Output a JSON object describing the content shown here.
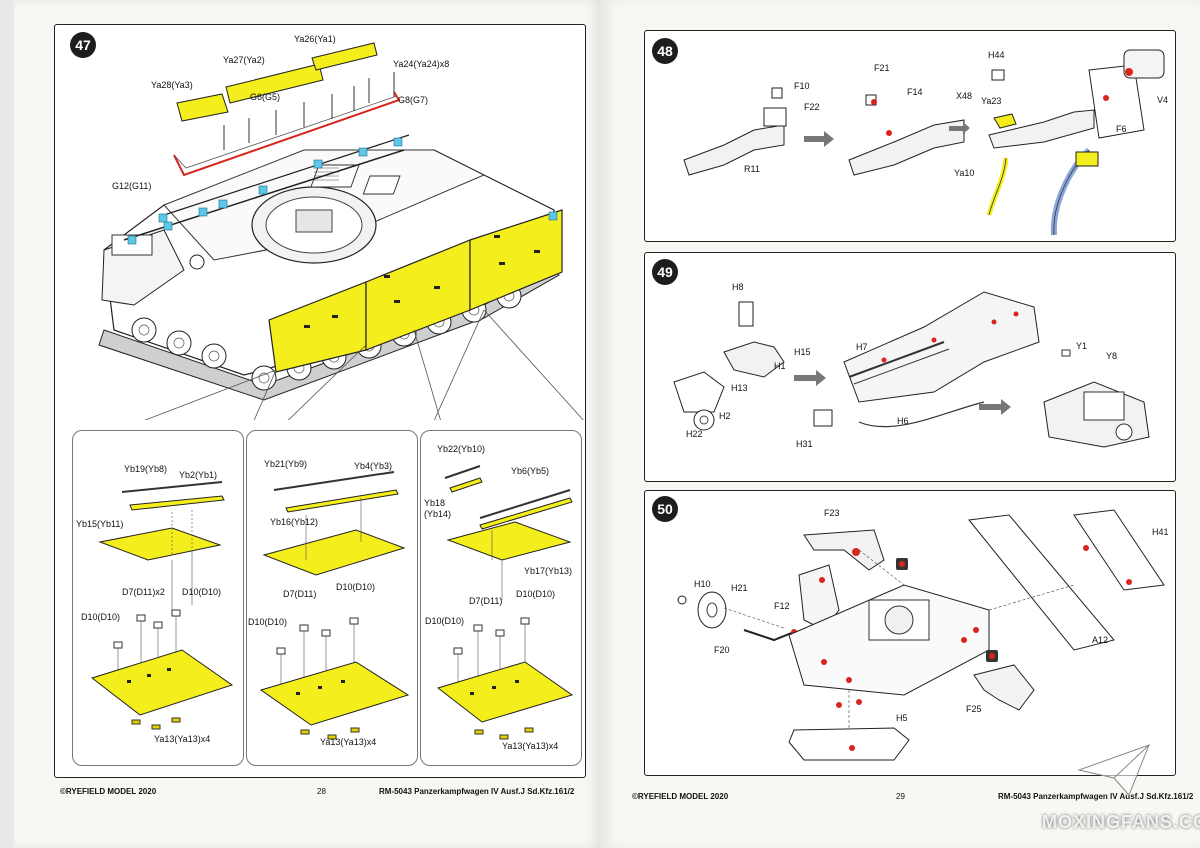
{
  "left_page": {
    "step": "47",
    "labels": {
      "ya26": "Ya26(Ya1)",
      "ya27": "Ya27(Ya2)",
      "ya24": "Ya24(Ya24)x8",
      "ya28": "Ya28(Ya3)",
      "g6": "G6(G5)",
      "g8": "G8(G7)",
      "g12": "G12(G11)"
    },
    "sub_a": {
      "yb19": "Yb19(Yb8)",
      "yb2": "Yb2(Yb1)",
      "yb15": "Yb15(Yb11)",
      "d7": "D7(D11)x2",
      "d10a": "D10(D10)",
      "d10b": "D10(D10)",
      "ya13": "Ya13(Ya13)x4"
    },
    "sub_b": {
      "yb21": "Yb21(Yb9)",
      "yb4": "Yb4(Yb3)",
      "yb16": "Yb16(Yb12)",
      "d7": "D7(D11)",
      "d10a": "D10(D10)",
      "d10b": "D10(D10)",
      "ya13": "Ya13(Ya13)x4"
    },
    "sub_c": {
      "yb22": "Yb22(Yb10)",
      "yb6": "Yb6(Yb5)",
      "yb18a": "Yb18",
      "yb18b": "(Yb14)",
      "yb17": "Yb17(Yb13)",
      "d7": "D7(D11)",
      "d10a": "D10(D10)",
      "d10b": "D10(D10)",
      "ya13": "Ya13(Ya13)x4"
    },
    "footer_left": "©RYEFIELD MODEL 2020",
    "page_number": "28",
    "footer_right": "RM-5043 Panzerkampfwagen IV Ausf.J Sd.Kfz.161/2"
  },
  "right_page": {
    "step48": {
      "step": "48",
      "labels": {
        "f10": "F10",
        "f22": "F22",
        "r11": "R11",
        "f21": "F21",
        "f14": "F14",
        "h44": "H44",
        "x48": "X48",
        "ya23": "Ya23",
        "ya10": "Ya10",
        "f6": "F6",
        "v4": "V4"
      }
    },
    "step49": {
      "step": "49",
      "labels": {
        "h8": "H8",
        "h15": "H15",
        "h1": "H1",
        "h13": "H13",
        "h2": "H2",
        "h22": "H22",
        "h7": "H7",
        "h31": "H31",
        "h6": "H6",
        "y1": "Y1",
        "y8": "Y8"
      }
    },
    "step50": {
      "step": "50",
      "labels": {
        "f23": "F23",
        "h10": "H10",
        "h21": "H21",
        "f12": "F12",
        "f20": "F20",
        "h41": "H41",
        "a12": "A12",
        "f25": "F25",
        "h5": "H5"
      }
    },
    "footer_left": "©RYEFIELD MODEL 2020",
    "page_number": "29",
    "footer_right": "RM-5043 Panzerkampfwagen IV Ausf.J Sd.Kfz.161/2",
    "watermark": "MOXINGFANS.COM"
  },
  "colors": {
    "highlight": "#f4ee1c",
    "blue_part": "#8aa6d8",
    "cyan_clip": "#5cc7e8",
    "red": "#d9261c"
  }
}
